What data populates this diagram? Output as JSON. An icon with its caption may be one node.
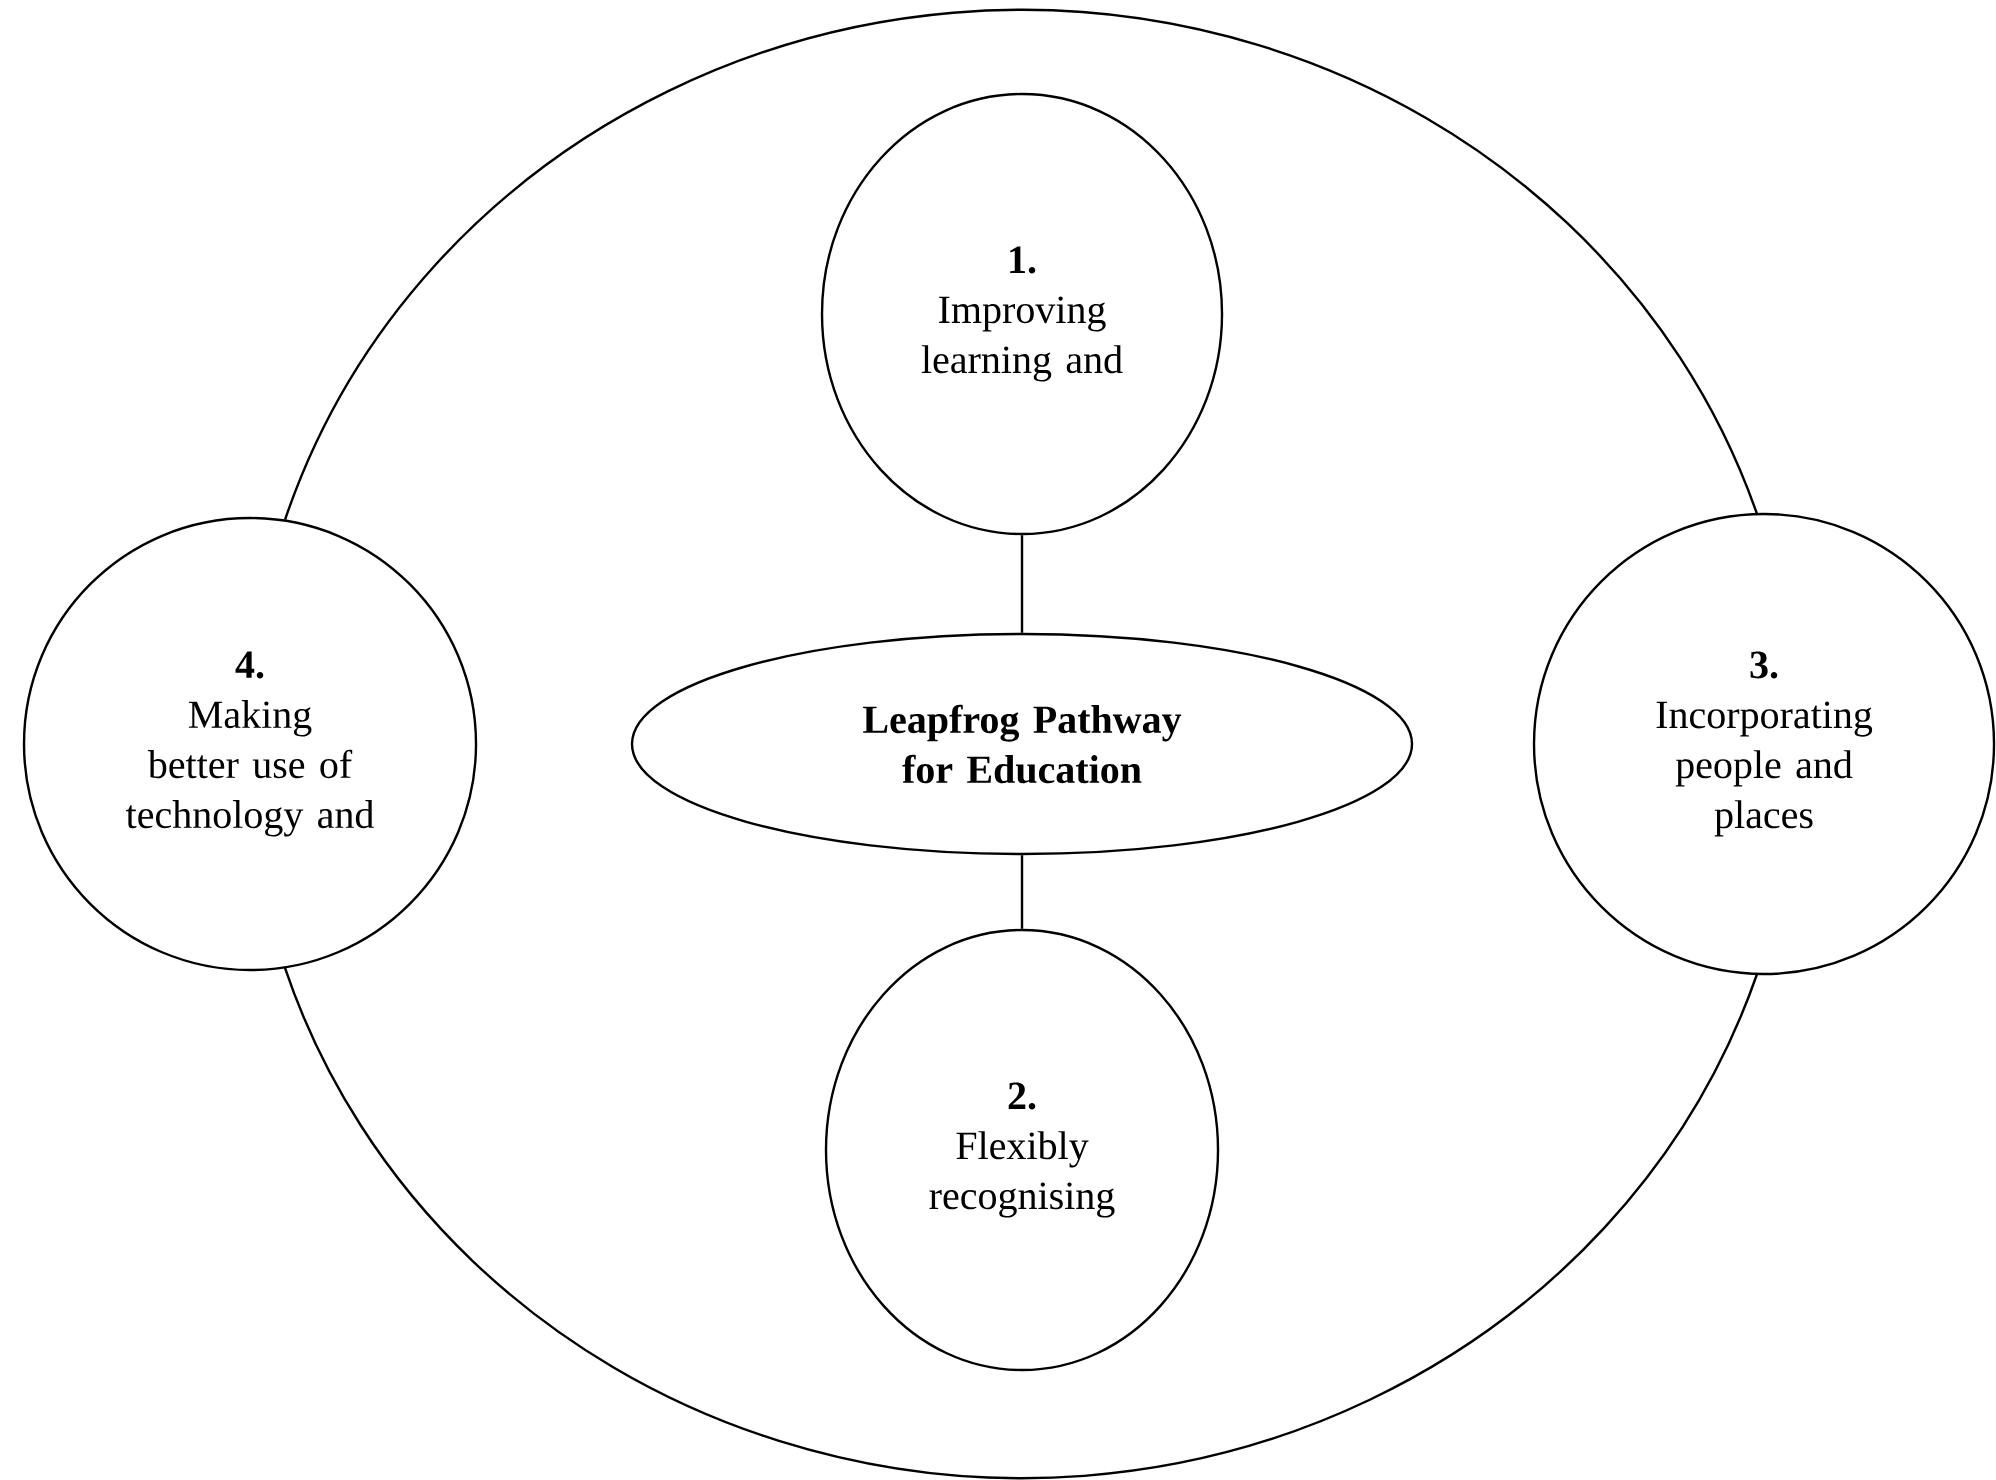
{
  "diagram": {
    "nodes": [
      {
        "text": [],
        "shape": "circle"
      },
      {
        "text": [
          "1.",
          "Improving learning and"
        ],
        "in": 0
      },
      {
        "text": [
          "Leapfrog Pathway for Education"
        ],
        "in": 0
      },
      {
        "text": [
          "2.",
          "Flexibly recognising"
        ],
        "in": 0
      },
      {
        "text": [
          "3.",
          "Incorporating people and places"
        ]
      },
      {
        "text": [
          "4.",
          "Making better use of technology and"
        ]
      }
    ],
    "edges": [
      {
        "from": 1,
        "to": 2,
        "arrow": "none"
      },
      {
        "from": 2,
        "to": 3,
        "arrow": "none"
      }
    ]
  }
}
